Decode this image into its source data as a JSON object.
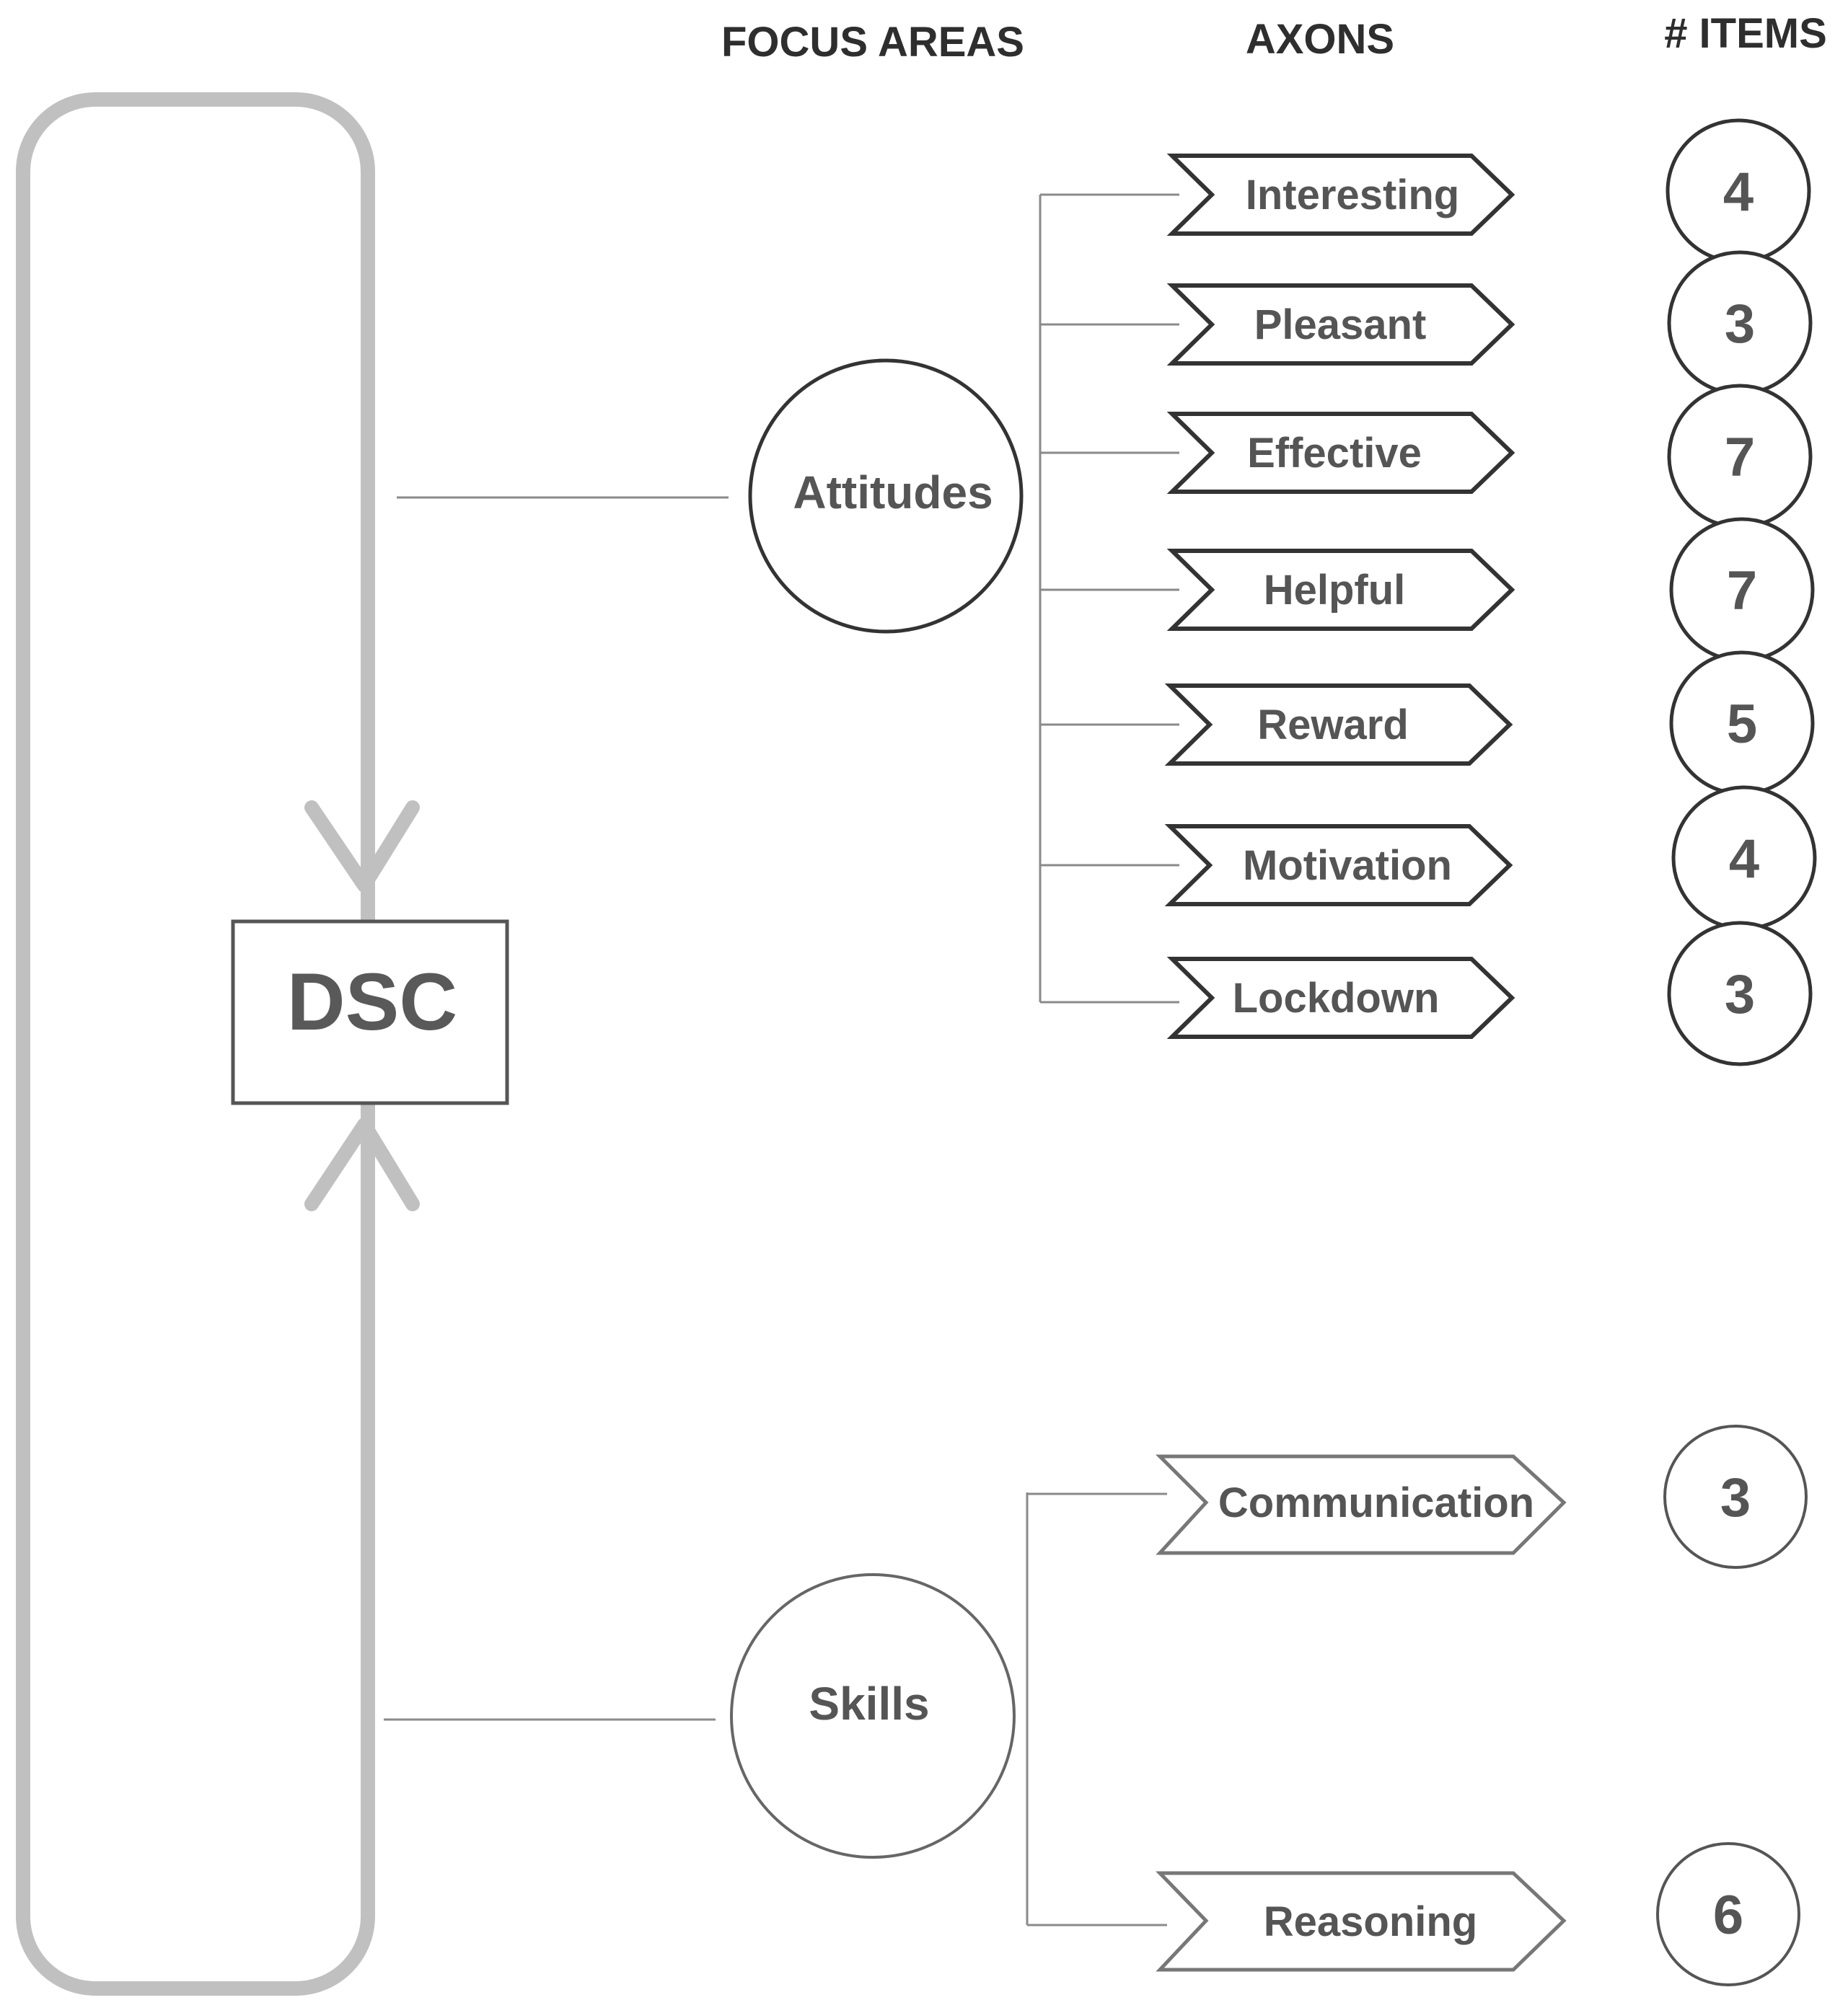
{
  "headers": {
    "focus_areas": "FOCUS AREAS",
    "axons": "AXONS",
    "items": "# ITEMS"
  },
  "center": {
    "label": "DSC"
  },
  "focus_areas": [
    {
      "label": "Attitudes",
      "axons": [
        {
          "label": "Interesting",
          "items": "4"
        },
        {
          "label": "Pleasant",
          "items": "3"
        },
        {
          "label": "Effective",
          "items": "7"
        },
        {
          "label": "Helpful",
          "items": "7"
        },
        {
          "label": "Reward",
          "items": "5"
        },
        {
          "label": "Motivation",
          "items": "4"
        },
        {
          "label": "Lockdown",
          "items": "3"
        }
      ]
    },
    {
      "label": "Skills",
      "axons": [
        {
          "label": "Communication",
          "items": "3"
        },
        {
          "label": "Reasoning",
          "items": "6"
        }
      ]
    }
  ],
  "colors": {
    "loop_arrow": "#c0c0c0",
    "outline_dark": "#333333",
    "outline_light": "#777777",
    "connector": "#8a8a8a"
  }
}
